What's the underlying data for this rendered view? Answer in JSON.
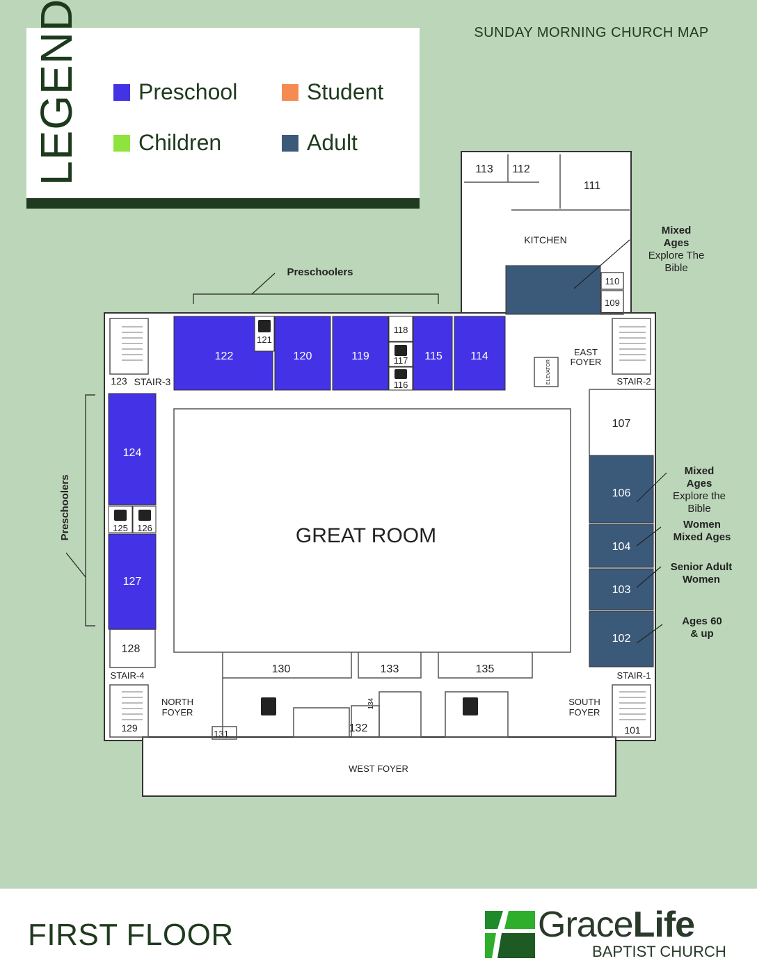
{
  "title": "SUNDAY MORNING CHURCH MAP",
  "legend": {
    "heading": "LEGEND",
    "items": [
      {
        "label": "Preschool",
        "color": "#4433e6"
      },
      {
        "label": "Student",
        "color": "#f58a53"
      },
      {
        "label": "Children",
        "color": "#8ee43c"
      },
      {
        "label": "Adult",
        "color": "#3b5a7a"
      }
    ]
  },
  "colors": {
    "background": "#bcd6b9",
    "preschool": "#4433e6",
    "adult": "#3b5a7a",
    "dark_green": "#1f3a1e",
    "logo_green": "#2fae2c"
  },
  "rooms": {
    "r101": "101",
    "r102": "102",
    "r103": "103",
    "r104": "104",
    "r106": "106",
    "r107": "107",
    "r109": "109",
    "r110": "110",
    "r111": "111",
    "r112": "112",
    "r113": "113",
    "r114": "114",
    "r115": "115",
    "r116": "116",
    "r117": "117",
    "r118": "118",
    "r119": "119",
    "r120": "120",
    "r121": "121",
    "r122": "122",
    "r123": "123",
    "r124": "124",
    "r125": "125",
    "r126": "126",
    "r127": "127",
    "r128": "128",
    "r129": "129",
    "r130": "130",
    "r131": "131",
    "r132": "132",
    "r133": "133",
    "r134": "134",
    "r135": "135"
  },
  "areas": {
    "great_room": "GREAT ROOM",
    "kitchen": "KITCHEN",
    "west_foyer": "WEST FOYER",
    "east_foyer": [
      "EAST",
      "FOYER"
    ],
    "north_foyer": [
      "NORTH",
      "FOYER"
    ],
    "south_foyer": [
      "SOUTH",
      "FOYER"
    ],
    "stair1": "STAIR-1",
    "stair2": "STAIR-2",
    "stair3": "STAIR-3",
    "stair4": "STAIR-4",
    "elevator": "ELEVATOR"
  },
  "annotations": {
    "preschoolers_top": "Preschoolers",
    "preschoolers_left": "Preschoolers",
    "kitchen_class": {
      "bold": [
        "Mixed",
        "Ages"
      ],
      "normal": [
        "Explore The",
        "Bible"
      ]
    },
    "r106_class": {
      "bold": [
        "Mixed",
        "Ages"
      ],
      "normal": [
        "Explore the",
        "Bible"
      ]
    },
    "r104_class": {
      "bold": [
        "Women",
        "Mixed Ages"
      ]
    },
    "r103_class": {
      "bold": [
        "Senior Adult",
        "Women"
      ]
    },
    "r102_class": {
      "bold": [
        "Ages 60",
        "& up"
      ]
    }
  },
  "footer": {
    "floor": "FIRST FLOOR",
    "logo_grace": "Grace",
    "logo_life": "Life",
    "logo_sub": "BAPTIST CHURCH"
  }
}
